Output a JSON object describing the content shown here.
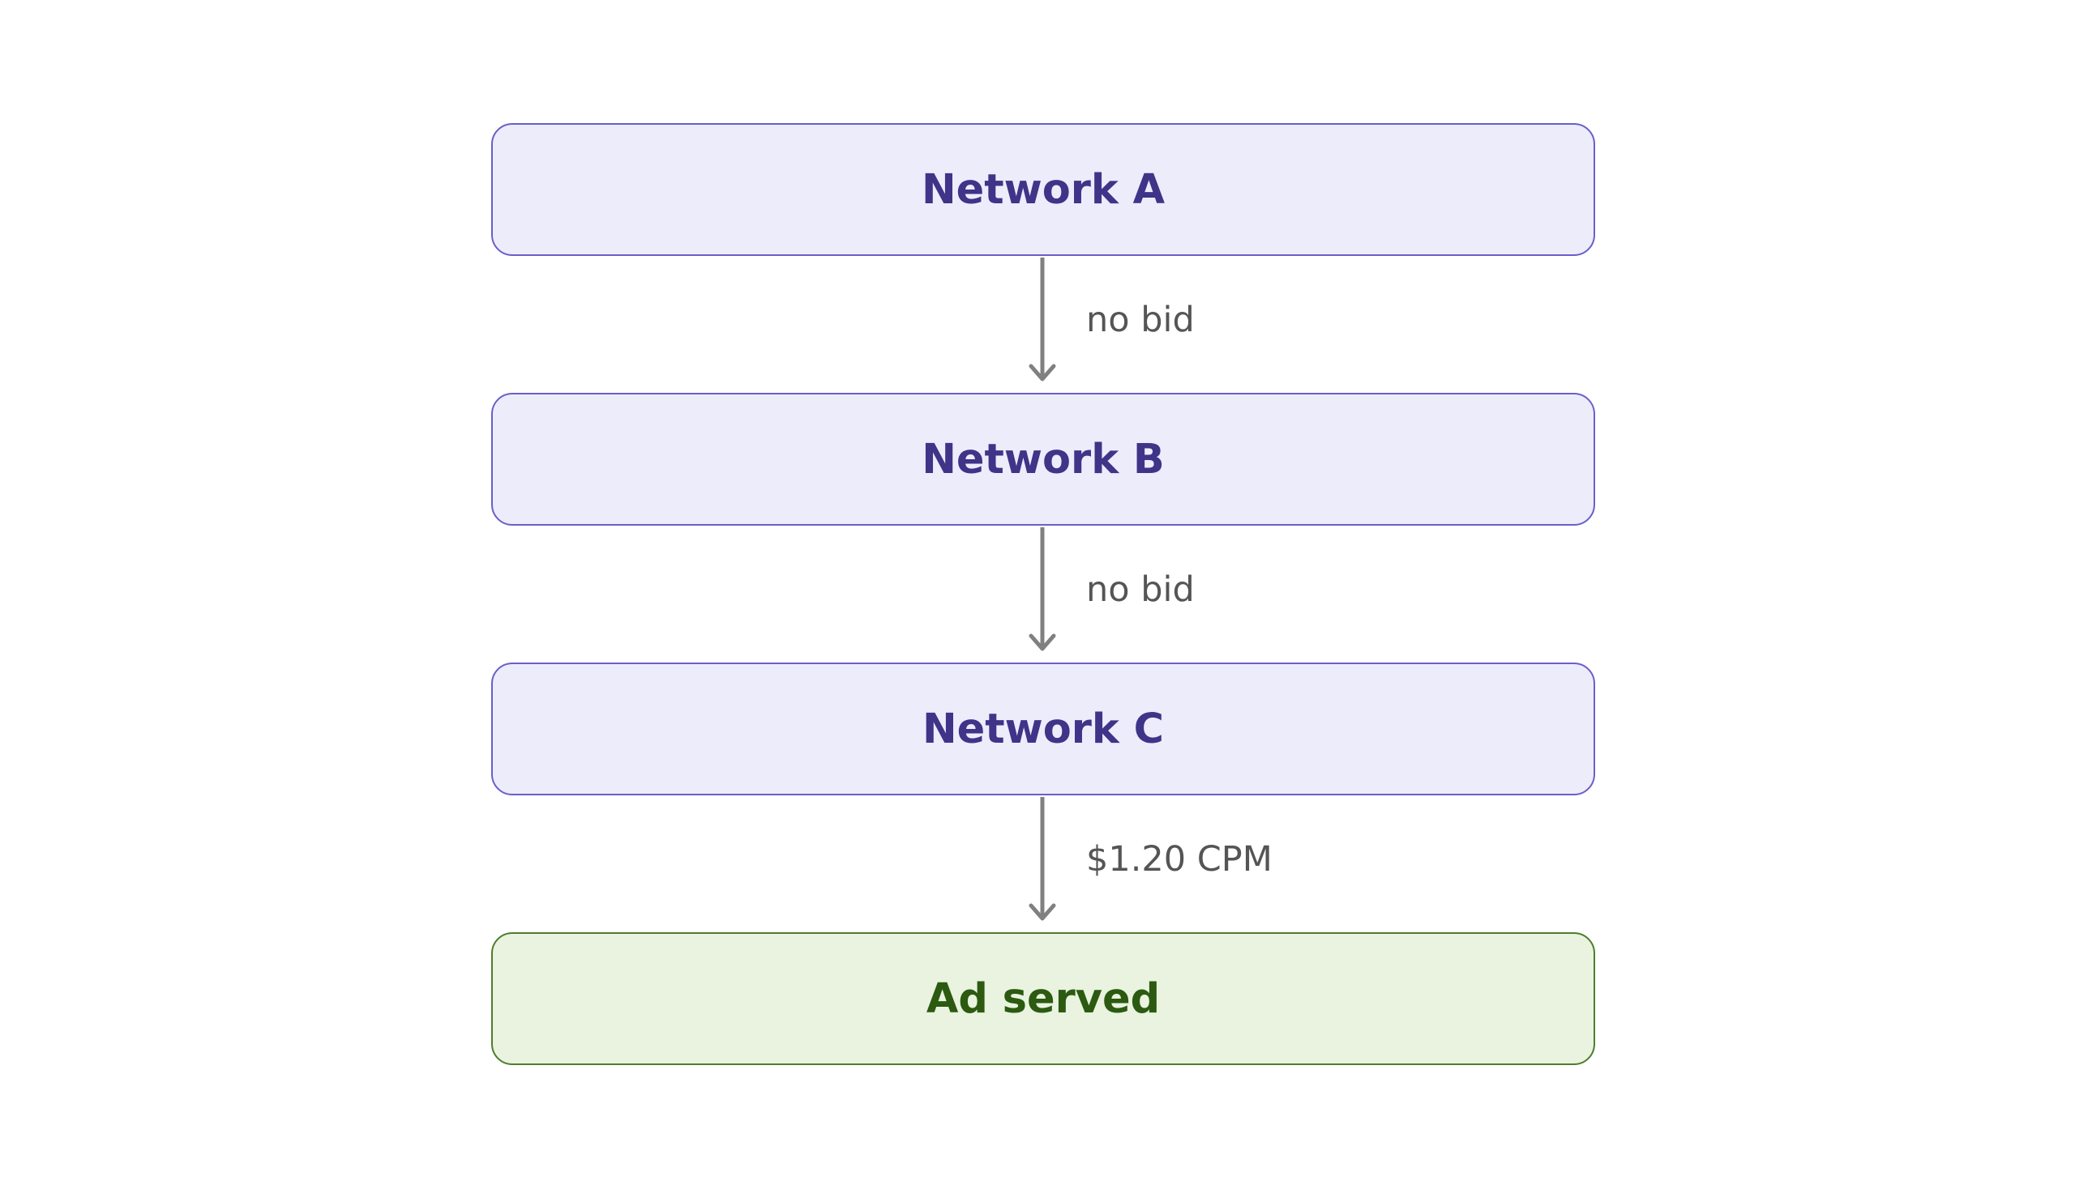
{
  "diagram": {
    "nodes": [
      {
        "id": "network-a",
        "label": "Network A"
      },
      {
        "id": "network-b",
        "label": "Network B"
      },
      {
        "id": "network-c",
        "label": "Network C"
      },
      {
        "id": "ad-served",
        "label": "Ad served"
      }
    ],
    "edges": [
      {
        "from": "network-a",
        "to": "network-b",
        "label": "no bid"
      },
      {
        "from": "network-b",
        "to": "network-c",
        "label": "no bid"
      },
      {
        "from": "network-c",
        "to": "ad-served",
        "label": "$1.20 CPM"
      }
    ],
    "colors": {
      "node_fill": "#edecfb",
      "node_border": "#6a5fc9",
      "node_text": "#3e3488",
      "success_fill": "#e9f3df",
      "success_border": "#4f7d2c",
      "success_text": "#2b5a10",
      "edge": "#808080",
      "edge_label": "#555555"
    }
  }
}
